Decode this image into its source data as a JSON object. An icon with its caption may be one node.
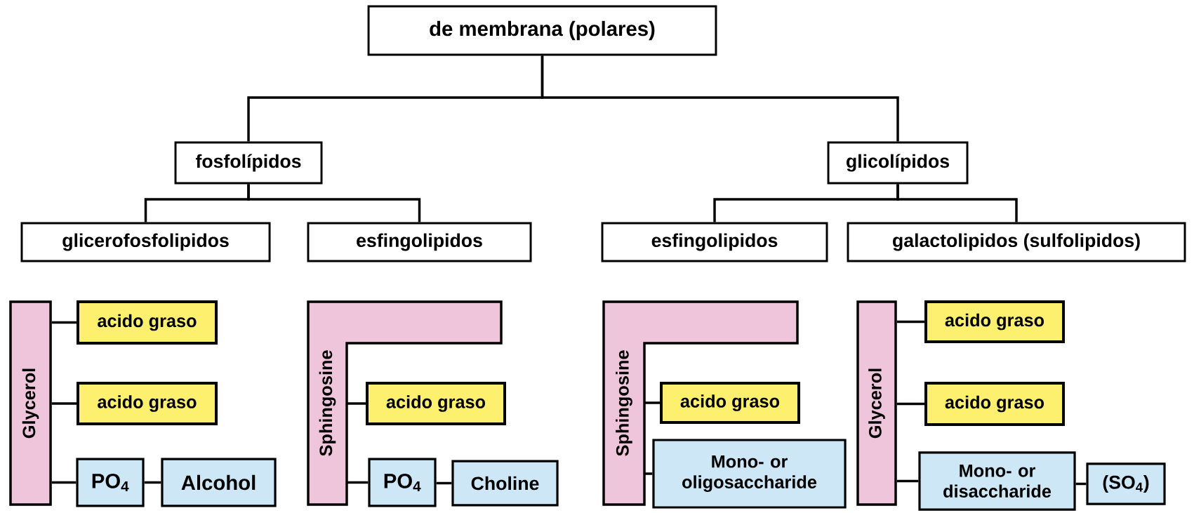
{
  "diagram": {
    "nodes": [
      {
        "text": [
          "de membrana (polares)"
        ]
      },
      {
        "text": [
          "fosfolípidos"
        ]
      },
      {
        "text": [
          "glicolípidos"
        ]
      },
      {
        "text": [
          "glicerofosfolipidos"
        ]
      },
      {
        "text": [
          "esfingolipidos"
        ]
      },
      {
        "text": [
          "esfingolipidos"
        ]
      },
      {
        "text": [
          "galactolipidos (sulfolipidos)"
        ]
      },
      {
        "text": [
          "Glycerol"
        ]
      },
      {
        "text": [
          "acido graso"
        ]
      },
      {
        "text": [
          "acido graso"
        ]
      },
      {
        "text": [
          "PO$_{4}$"
        ]
      },
      {
        "text": [
          "Alcohol"
        ]
      },
      {
        "text": [
          "Sphingosine"
        ]
      },
      {
        "text": [
          "acido graso"
        ]
      },
      {
        "text": [
          "PO$_{4}$"
        ]
      },
      {
        "text": [
          "Choline"
        ]
      },
      {
        "text": [
          "Sphingosine"
        ]
      },
      {
        "text": [
          "acido graso"
        ]
      },
      {
        "text": [
          "Mono- or oligosaccharide"
        ]
      },
      {
        "text": [
          "Glycerol"
        ]
      },
      {
        "text": [
          "acido graso"
        ]
      },
      {
        "text": [
          "acido graso"
        ]
      },
      {
        "text": [
          "Mono- or disaccharide"
        ]
      },
      {
        "text": [
          "(SO$_{4}$)"
        ]
      }
    ],
    "edges": [
      {
        "from": 0,
        "to": 1,
        "arrow": "none"
      },
      {
        "from": 0,
        "to": 2,
        "arrow": "none"
      },
      {
        "from": 1,
        "to": 3,
        "arrow": "none"
      },
      {
        "from": 1,
        "to": 4,
        "arrow": "none"
      },
      {
        "from": 2,
        "to": 5,
        "arrow": "none"
      },
      {
        "from": 2,
        "to": 6,
        "arrow": "none"
      },
      {
        "from": 7,
        "to": 8,
        "arrow": "none"
      },
      {
        "from": 7,
        "to": 9,
        "arrow": "none"
      },
      {
        "from": 7,
        "to": 10,
        "arrow": "none"
      },
      {
        "from": 10,
        "to": 11,
        "arrow": "none"
      },
      {
        "from": 12,
        "to": 13,
        "arrow": "none"
      },
      {
        "from": 12,
        "to": 14,
        "arrow": "none"
      },
      {
        "from": 14,
        "to": 15,
        "arrow": "none"
      },
      {
        "from": 16,
        "to": 17,
        "arrow": "none"
      },
      {
        "from": 16,
        "to": 18,
        "arrow": "none"
      },
      {
        "from": 19,
        "to": 20,
        "arrow": "none"
      },
      {
        "from": 19,
        "to": 21,
        "arrow": "none"
      },
      {
        "from": 19,
        "to": 22,
        "arrow": "none"
      },
      {
        "from": 22,
        "to": 23,
        "arrow": "none"
      }
    ]
  }
}
